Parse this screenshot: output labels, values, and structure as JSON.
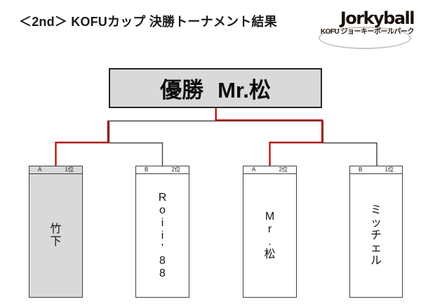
{
  "header": {
    "title": "＜2nd＞ KOFUカップ 決勝トーナメント結果",
    "logo": {
      "brand": "Jorkyball",
      "subtitle": "KOFU ジョーキーボールパーク"
    }
  },
  "champion": {
    "prefix": "優勝",
    "name": "Mr.松"
  },
  "bracket": {
    "colors": {
      "winner_path": "#c00000",
      "line": "#3f3f3f",
      "highlight_fill": "#d9d9d9"
    },
    "players": [
      {
        "group": "A",
        "seed": "1位",
        "name": "竹下",
        "highlighted": true
      },
      {
        "group": "B",
        "seed": "2位",
        "name": "Roii'88",
        "highlighted": false
      },
      {
        "group": "A",
        "seed": "2位",
        "name": "Mr.松",
        "highlighted": false
      },
      {
        "group": "B",
        "seed": "1位",
        "name": "ミッチェル",
        "highlighted": false
      }
    ]
  }
}
